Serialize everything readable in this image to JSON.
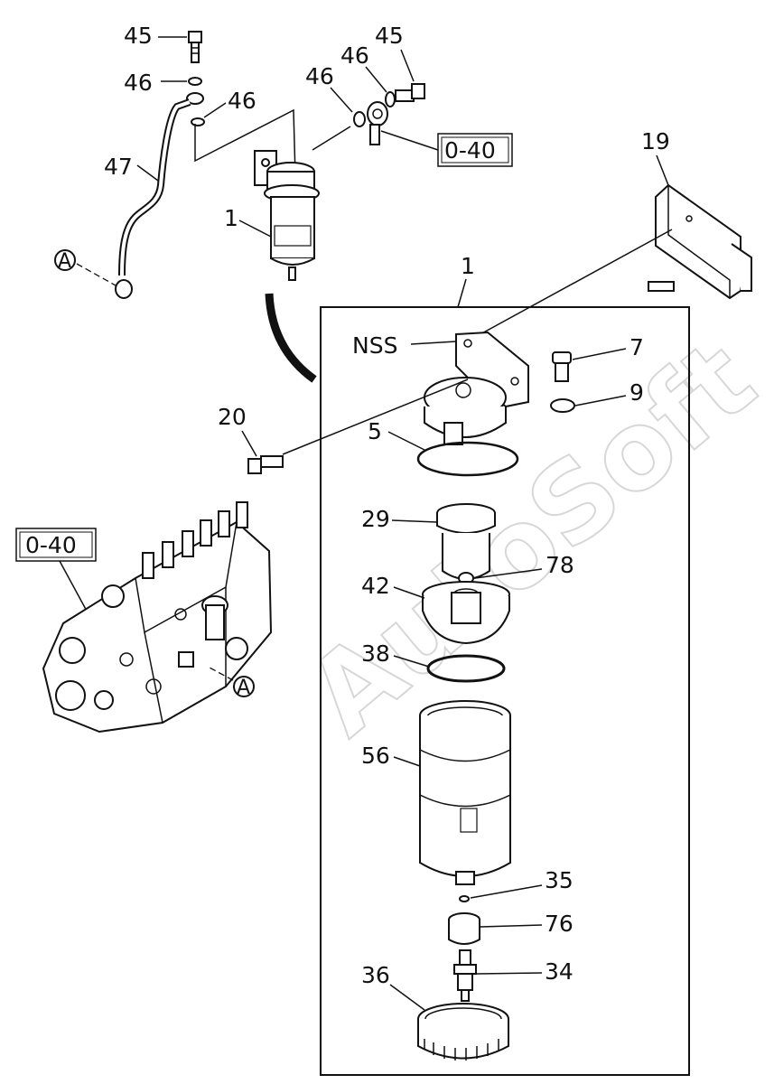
{
  "labels": {
    "l45a": "45",
    "l46a": "46",
    "l46b": "46",
    "l46c": "46",
    "l45b": "45",
    "l47": "47",
    "l1a": "1",
    "l1b": "1",
    "l19": "19",
    "lnss": "NSS",
    "l7": "7",
    "l9": "9",
    "l20": "20",
    "l5": "5",
    "l29": "29",
    "l78": "78",
    "l42": "42",
    "l38": "38",
    "l56": "56",
    "l35": "35",
    "l76": "76",
    "l34": "34",
    "l36": "36"
  },
  "references": {
    "ref_top": "0-40",
    "ref_left": "0-40"
  },
  "connectors": {
    "a_top": "A",
    "a_bottom": "A"
  },
  "watermark": "AutoSoft"
}
